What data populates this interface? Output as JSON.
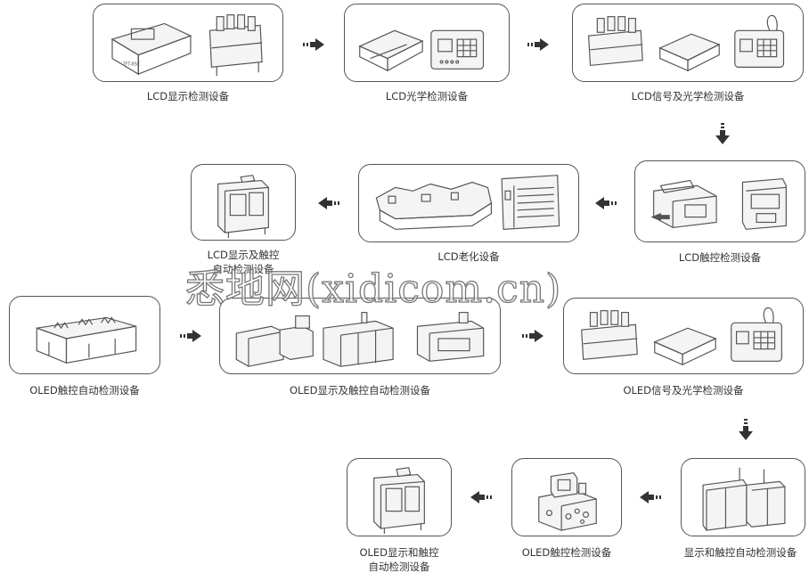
{
  "labels": {
    "lcd_display": "LCD显示检测设备",
    "lcd_optical": "LCD光学检测设备",
    "lcd_signal_optical": "LCD信号及光学检测设备",
    "lcd_touch": "LCD触控检测设备",
    "lcd_aging": "LCD老化设备",
    "lcd_display_touch_line1": "LCD显示及触控",
    "lcd_display_touch_line2": "自动检测设备",
    "oled_touch_auto": "OLED触控自动检测设备",
    "oled_display_touch_auto": "OLED显示及触控自动检测设备",
    "oled_signal_optical": "OLED信号及光学检测设备",
    "display_touch_auto": "显示和触控自动检测设备",
    "oled_touch": "OLED触控检测设备",
    "oled_display_touch_line1": "OLED显示和触控",
    "oled_display_touch_line2": "自动检测设备"
  },
  "watermark": "悉地网(xidicom.cn)",
  "colors": {
    "line": "#555555",
    "arrow": "#333333",
    "text": "#333333"
  }
}
